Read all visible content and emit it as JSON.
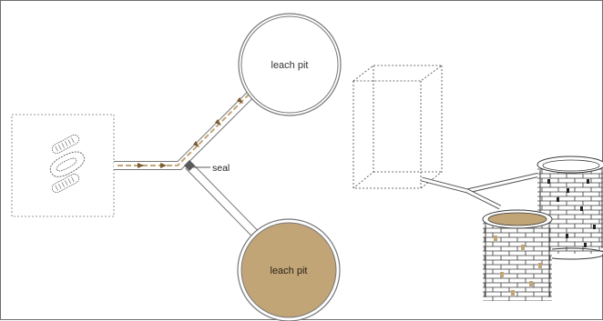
{
  "labels": {
    "pit_top": "leach pit",
    "pit_bottom": "leach pit",
    "seal": "seal"
  },
  "colors": {
    "effluent": "#c2a577",
    "flow_arrow": "#7a5a30",
    "outline": "#777777",
    "brick_outline": "#3a3a3a",
    "seal": "#5a5a5a"
  },
  "icons": {
    "toilet": "toilet-pan-icon",
    "flow": "flow-arrow-icon"
  }
}
